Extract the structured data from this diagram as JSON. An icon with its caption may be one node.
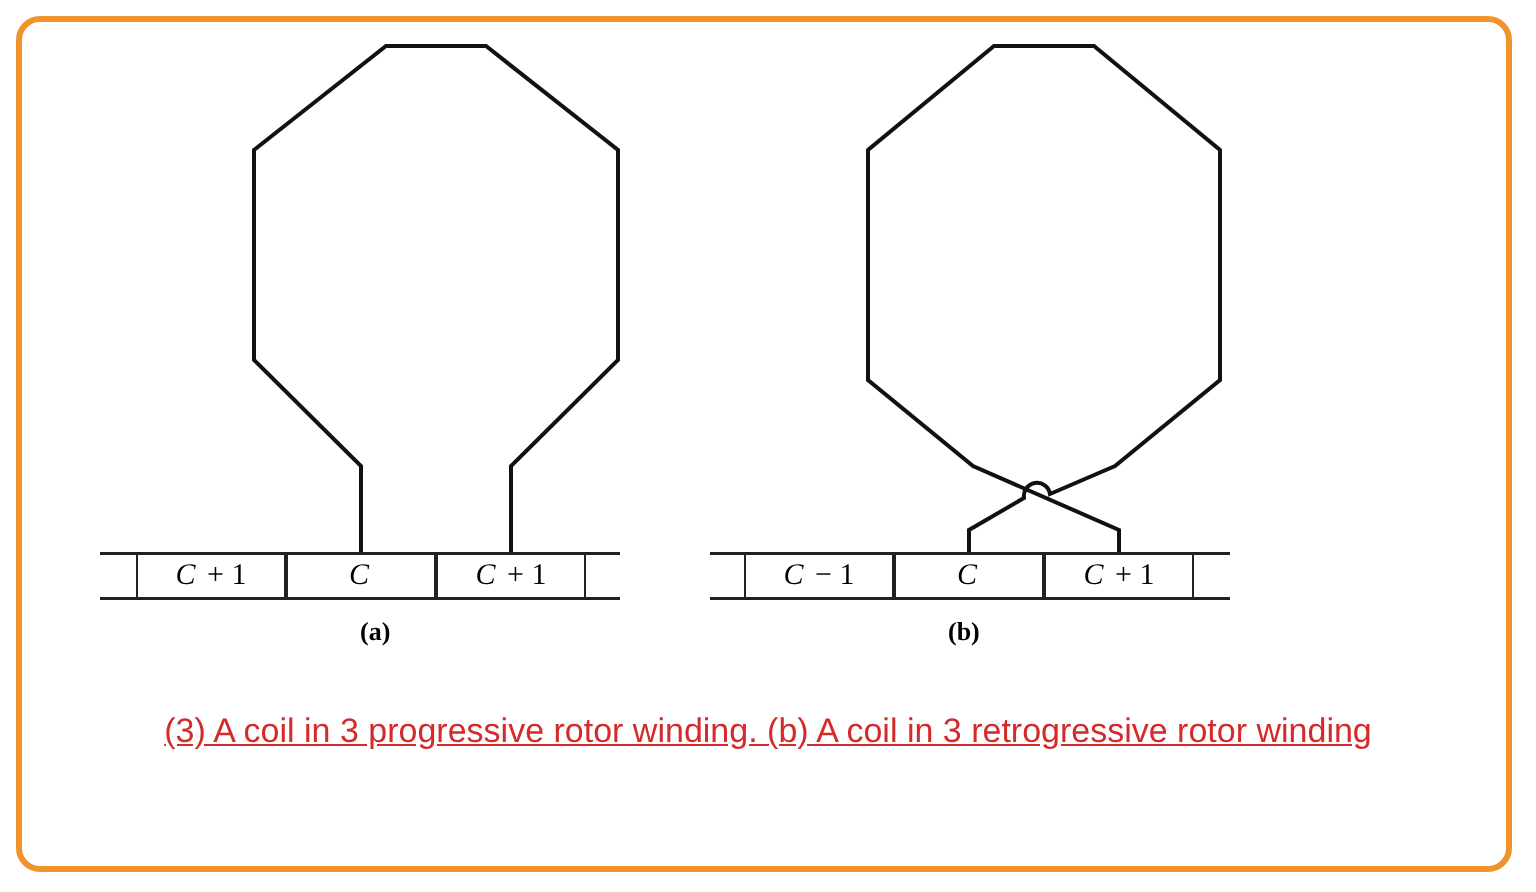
{
  "diagram": {
    "caption": "(3) A coil in 3 progressive rotor winding. (b) A coil in 3 retrogressive rotor winding",
    "nodes": [
      {
        "text": [
          "*C* + 1"
        ]
      },
      {
        "text": [
          "*C*"
        ]
      },
      {
        "text": [
          "*C* + 1"
        ]
      },
      {
        "text": [
          "*C* − 1"
        ]
      },
      {
        "text": [
          "*C*"
        ]
      },
      {
        "text": [
          "*C* + 1"
        ]
      }
    ],
    "edges": [
      {
        "from": 1,
        "to": 2,
        "arrow": "none"
      },
      {
        "from": 4,
        "to": 5,
        "arrow": "none"
      }
    ],
    "labels": [
      "(a)",
      "(b)"
    ]
  }
}
